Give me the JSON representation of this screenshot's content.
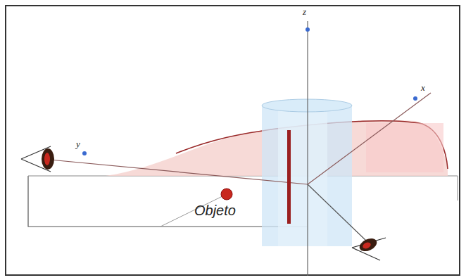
{
  "diagram": {
    "labels": [
      "z",
      "x",
      "y",
      "Objeto"
    ]
  }
}
